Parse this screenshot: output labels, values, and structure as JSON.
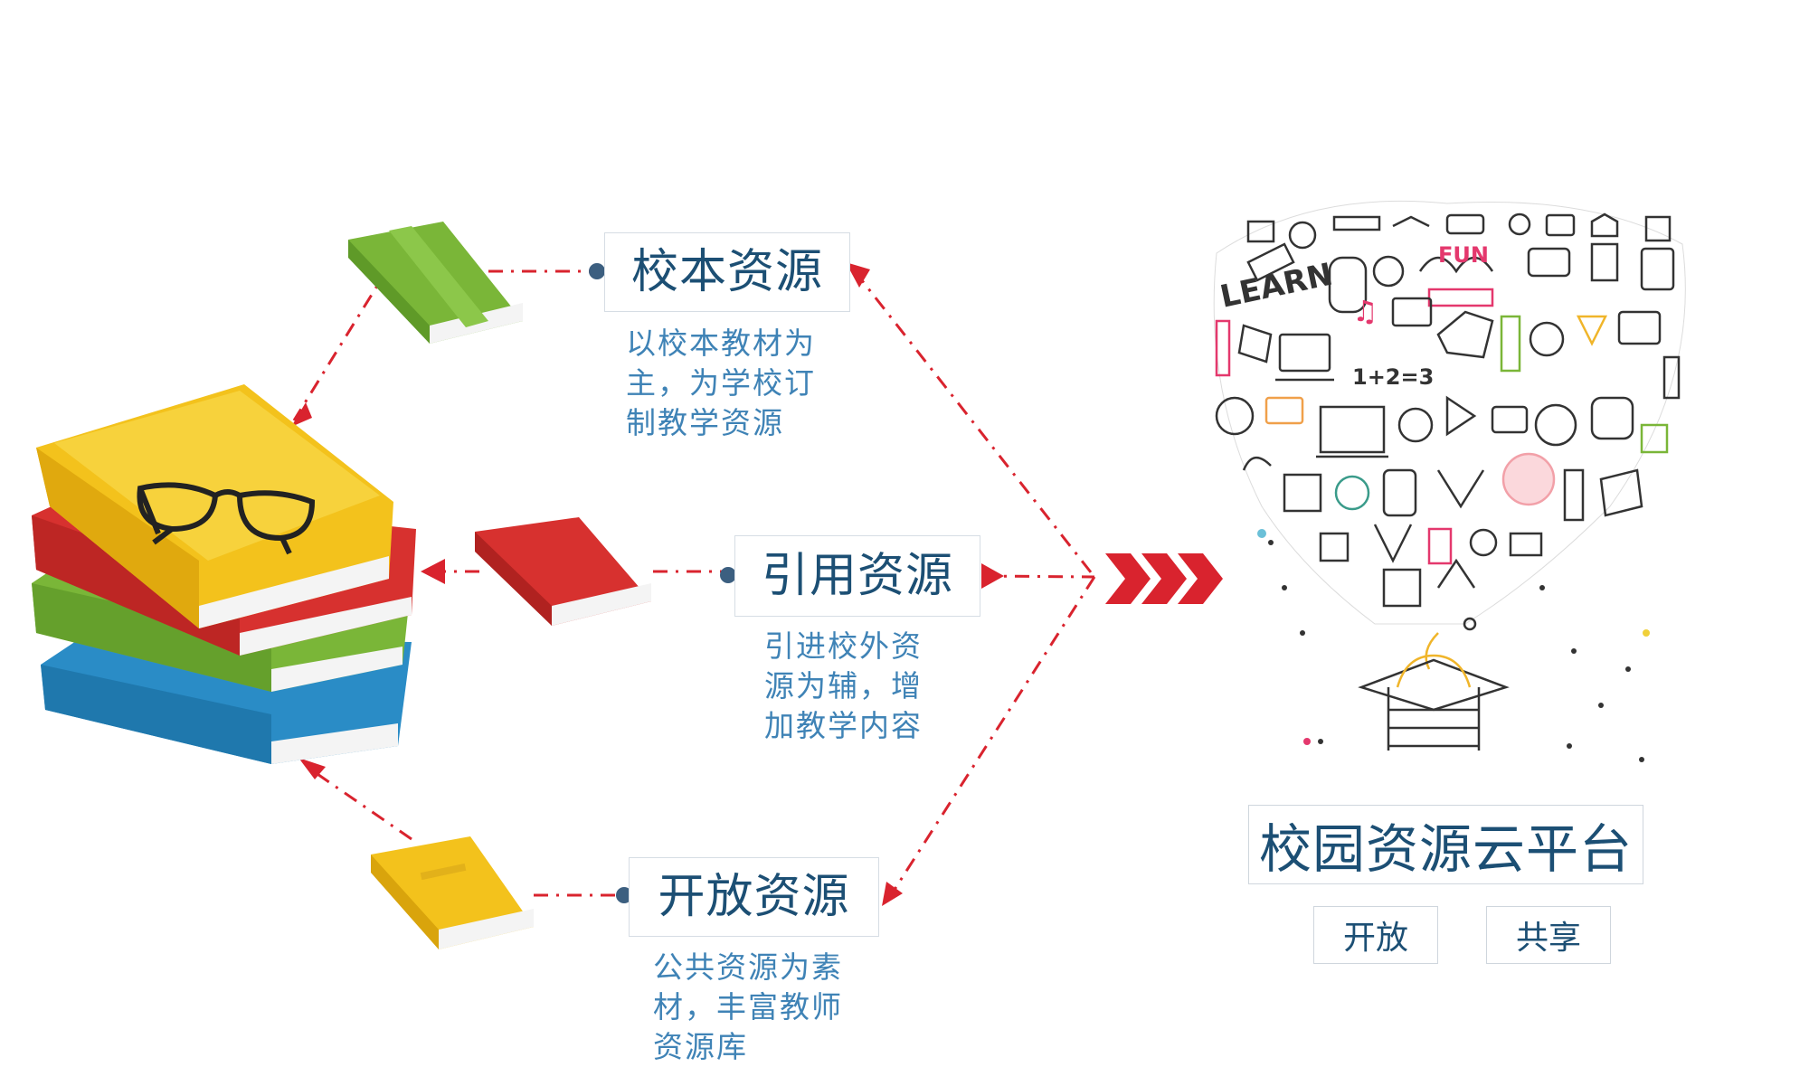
{
  "resources": [
    {
      "id": "school",
      "title": "校本资源",
      "desc": "以校本教材为主，为学校订制教学资源"
    },
    {
      "id": "cited",
      "title": "引用资源",
      "desc": "引进校外资源为辅，增加教学内容"
    },
    {
      "id": "open",
      "title": "开放资源",
      "desc": "公共资源为素材，丰富教师资源库"
    }
  ],
  "platform": {
    "title": "校园资源云平台",
    "tags": [
      "开放",
      "共享"
    ]
  },
  "colors": {
    "accent_red": "#d9232e",
    "label_text": "#1c4f74",
    "desc_text": "#3f83b6",
    "node_dot": "#3c5f80",
    "book_yellow": "#f3c21c",
    "book_red": "#d7312f",
    "book_green": "#7ab638",
    "book_blue": "#2a8cc6"
  },
  "icons": [
    "book-stack-icon",
    "glasses-icon",
    "green-book-icon",
    "red-book-icon",
    "yellow-book-icon",
    "chevron-arrows-icon",
    "doodle-cloud-icon",
    "open-book-icon"
  ]
}
